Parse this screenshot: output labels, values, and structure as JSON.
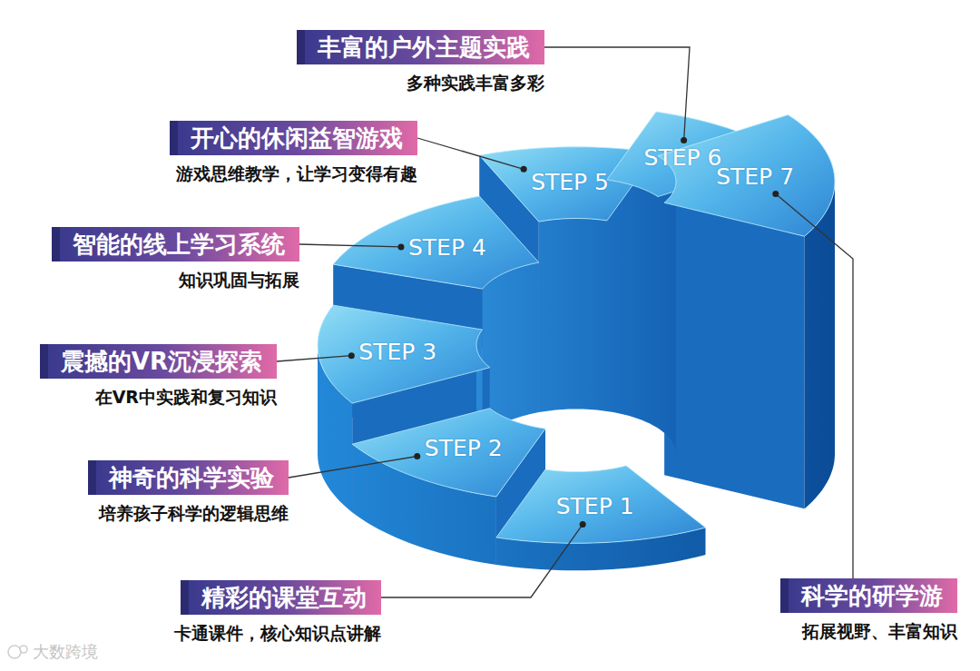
{
  "diagram": {
    "nodes": [
      {
        "text": [
          "丰富的户外主题实践",
          "多种实践丰富多彩"
        ]
      },
      {
        "text": [
          "开心的休闲益智游戏",
          "游戏思维教学，让学习变得有趣"
        ]
      },
      {
        "text": [
          "智能的线上学习系统",
          "知识巩固与拓展"
        ]
      },
      {
        "text": [
          "震撼的VR沉浸探索",
          "在VR中实践和复习知识"
        ]
      },
      {
        "text": [
          "神奇的科学实验",
          "培养孩子科学的逻辑思维"
        ]
      },
      {
        "text": [
          "精彩的课堂互动",
          "卡通课件，核心知识点讲解"
        ]
      },
      {
        "text": [
          "科学的研学游",
          "拓展视野、丰富知识"
        ]
      },
      {
        "text": [
          "STEP 1"
        ]
      },
      {
        "text": [
          "STEP 2"
        ]
      },
      {
        "text": [
          "STEP 3"
        ]
      },
      {
        "text": [
          "STEP 4"
        ]
      },
      {
        "text": [
          "STEP 5"
        ]
      },
      {
        "text": [
          "STEP 6"
        ]
      },
      {
        "text": [
          "STEP 7"
        ]
      }
    ],
    "edges": [
      {
        "from": 0,
        "to": 12,
        "arrow": "none"
      },
      {
        "from": 1,
        "to": 11,
        "arrow": "none"
      },
      {
        "from": 2,
        "to": 10,
        "arrow": "none"
      },
      {
        "from": 3,
        "to": 9,
        "arrow": "none"
      },
      {
        "from": 4,
        "to": 8,
        "arrow": "none"
      },
      {
        "from": 5,
        "to": 7,
        "arrow": "none"
      },
      {
        "from": 6,
        "to": 13,
        "arrow": "none"
      }
    ],
    "labels": [
      "大数跨境"
    ]
  }
}
